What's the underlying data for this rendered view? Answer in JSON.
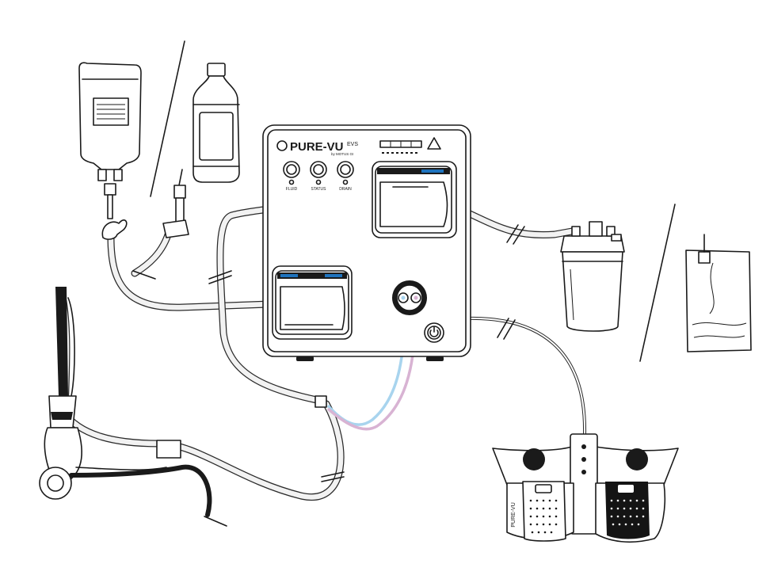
{
  "device": {
    "brand": "PURE-VU",
    "model": "EVS",
    "maker": "by MOTUS GI",
    "warning_symbol": "warning-triangle-icon",
    "power_symbol": "power-icon"
  },
  "indicators": [
    {
      "label": "FLUID"
    },
    {
      "label": "STATUS"
    },
    {
      "label": "DRAIN"
    }
  ],
  "foot_pedal": {
    "brand": "PURE-VU"
  },
  "colors": {
    "accent_blue": "#1e73be",
    "light_blue_tube": "#a8d4ee",
    "pink_tube": "#d8b3d3",
    "pedal_black": "#141414"
  }
}
